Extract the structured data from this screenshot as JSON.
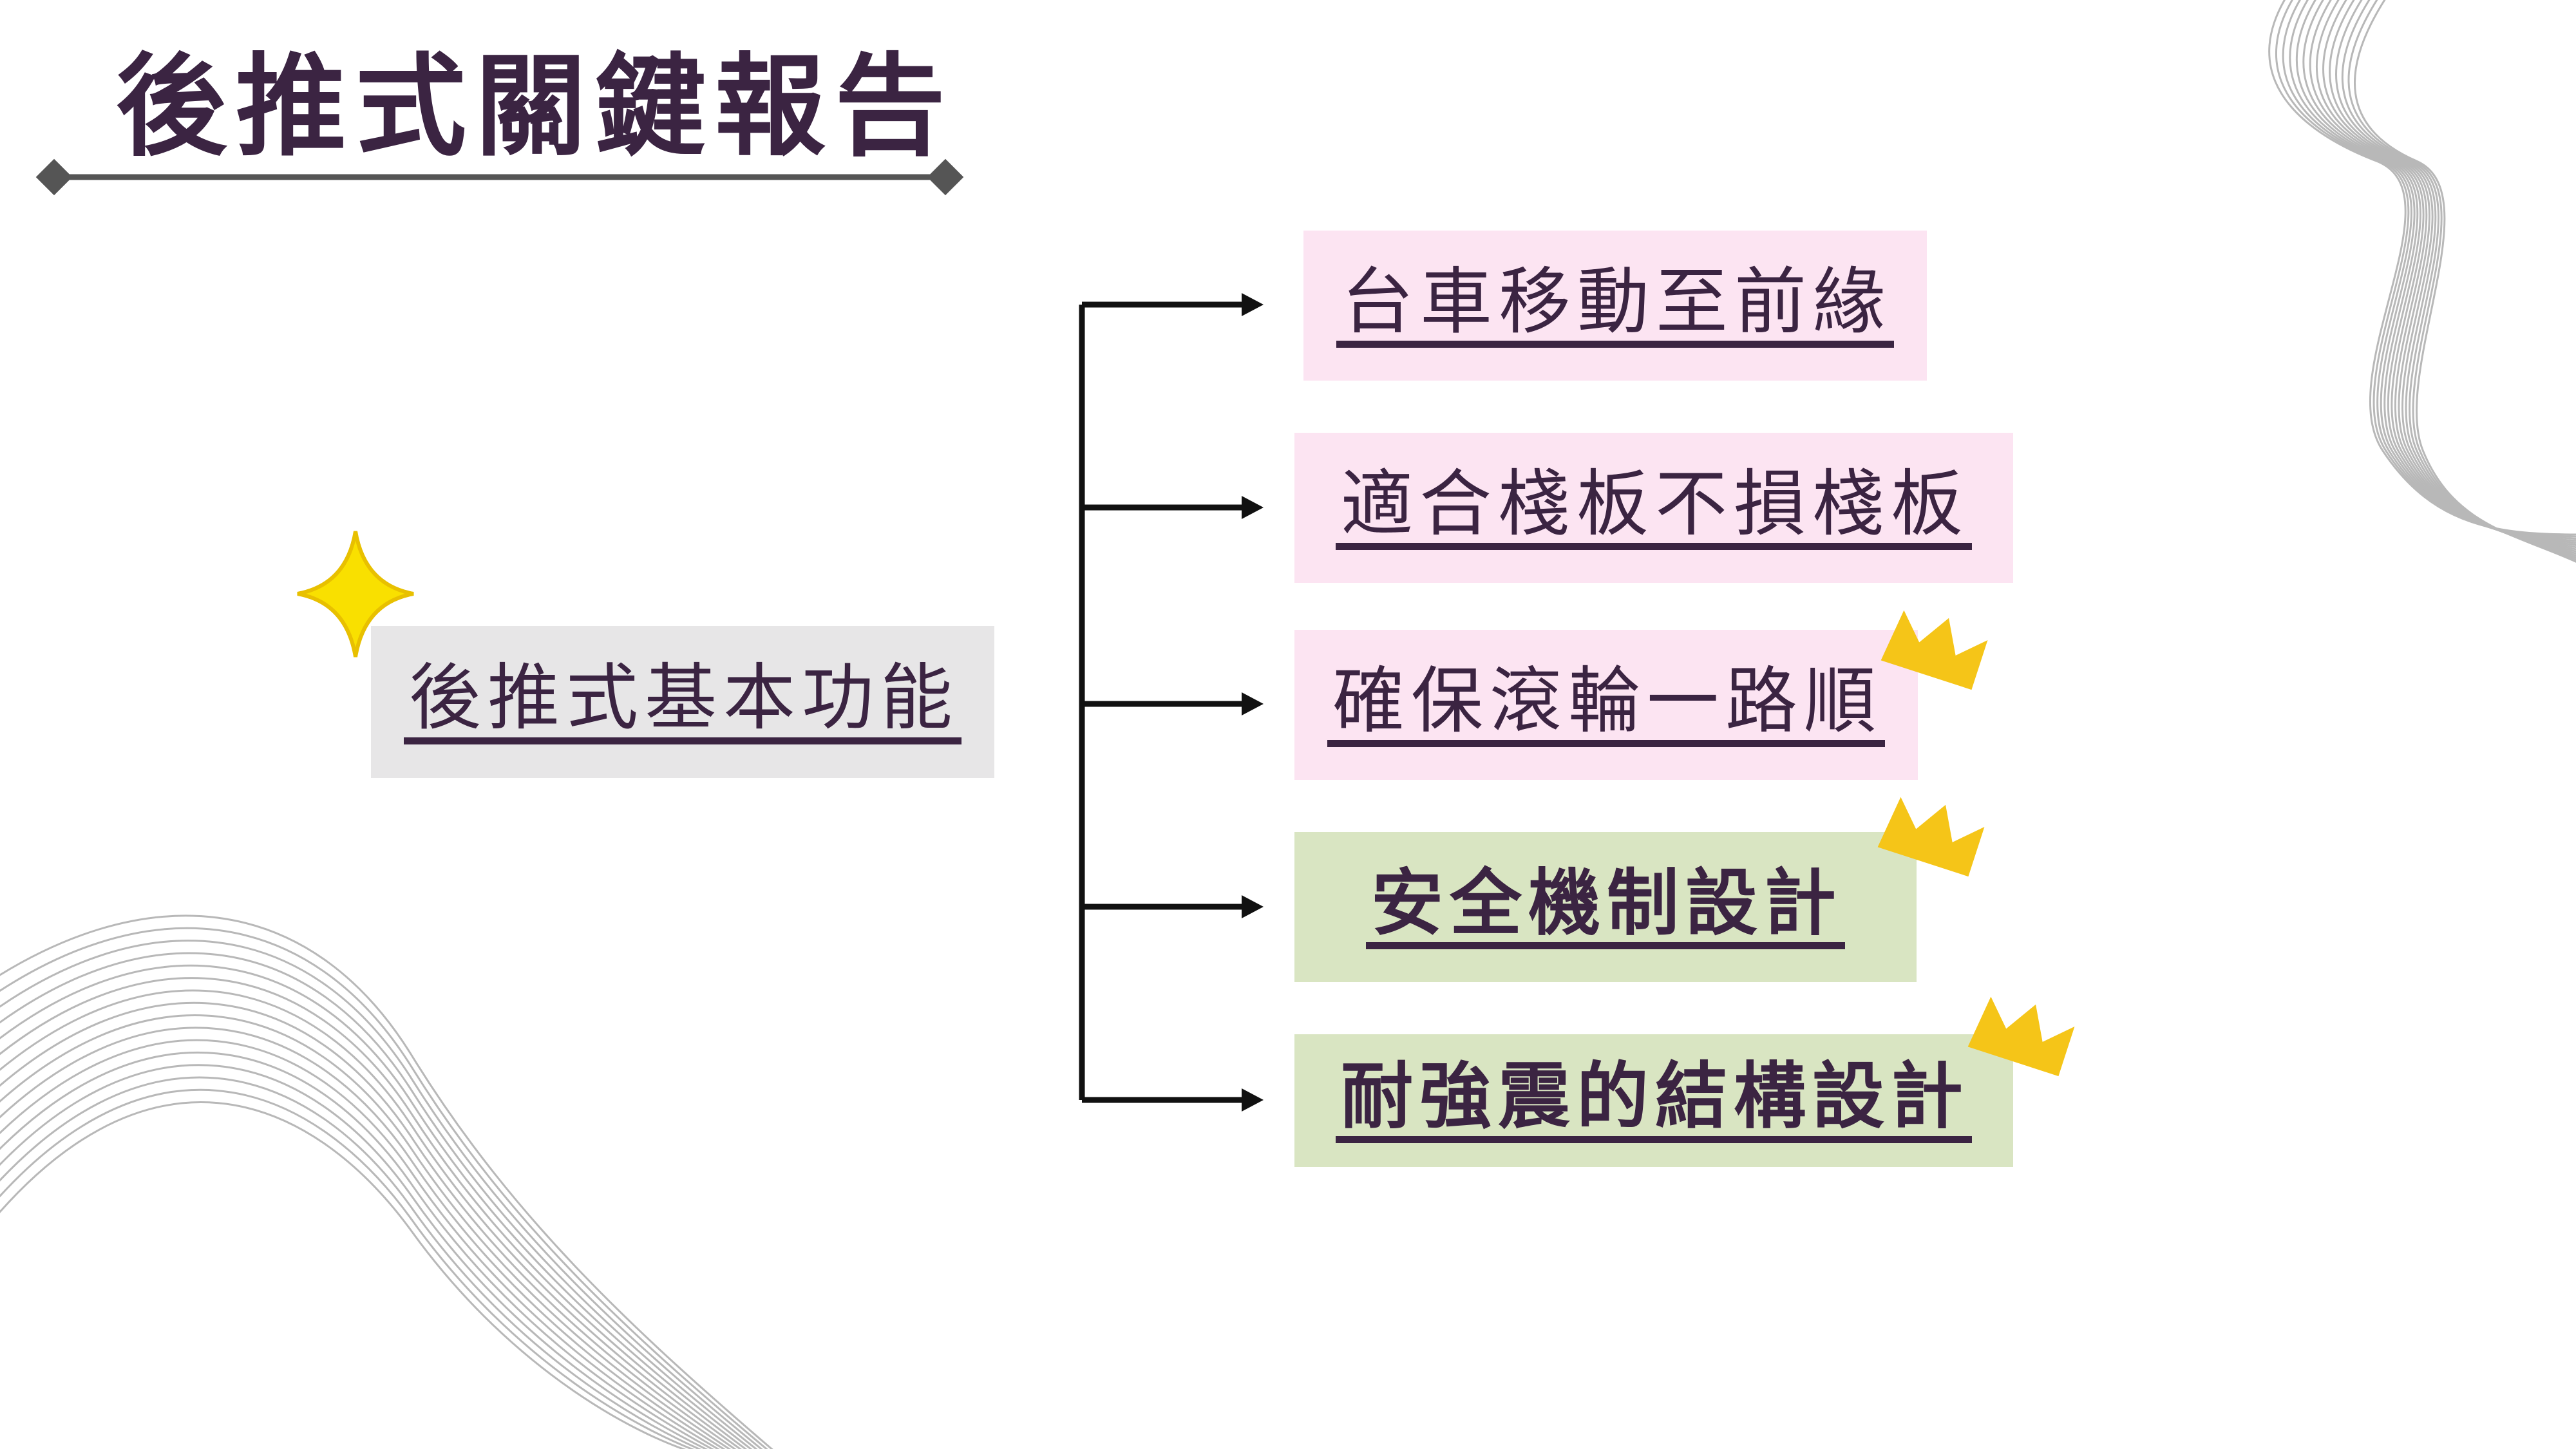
{
  "slide": {
    "title": "後推式關鍵報告"
  },
  "diagram": {
    "root": {
      "label": "後推式基本功能",
      "fill": "#e7e6e7"
    },
    "items": [
      {
        "label": "台車移動至前緣",
        "fill": "#fce4f2",
        "bold": false,
        "crown": false
      },
      {
        "label": "適合棧板不損棧板",
        "fill": "#fce4f2",
        "bold": false,
        "crown": false
      },
      {
        "label": "確保滾輪一路順",
        "fill": "#fce4f2",
        "bold": false,
        "crown": true
      },
      {
        "label": "安全機制設計",
        "fill": "#d9e5c2",
        "bold": true,
        "crown": true
      },
      {
        "label": "耐強震的結構設計",
        "fill": "#d9e5c2",
        "bold": true,
        "crown": true
      }
    ]
  },
  "colors": {
    "text": "#3b2442",
    "title_rule": "#555555",
    "connector": "#111111",
    "crown": "#f5c518",
    "sparkle": "#f9e000",
    "sparkle_stroke": "#e8c000",
    "wave_lines": "#b8b8b8"
  },
  "icons": {
    "sparkle": "four-point-star",
    "crown": "crown"
  }
}
